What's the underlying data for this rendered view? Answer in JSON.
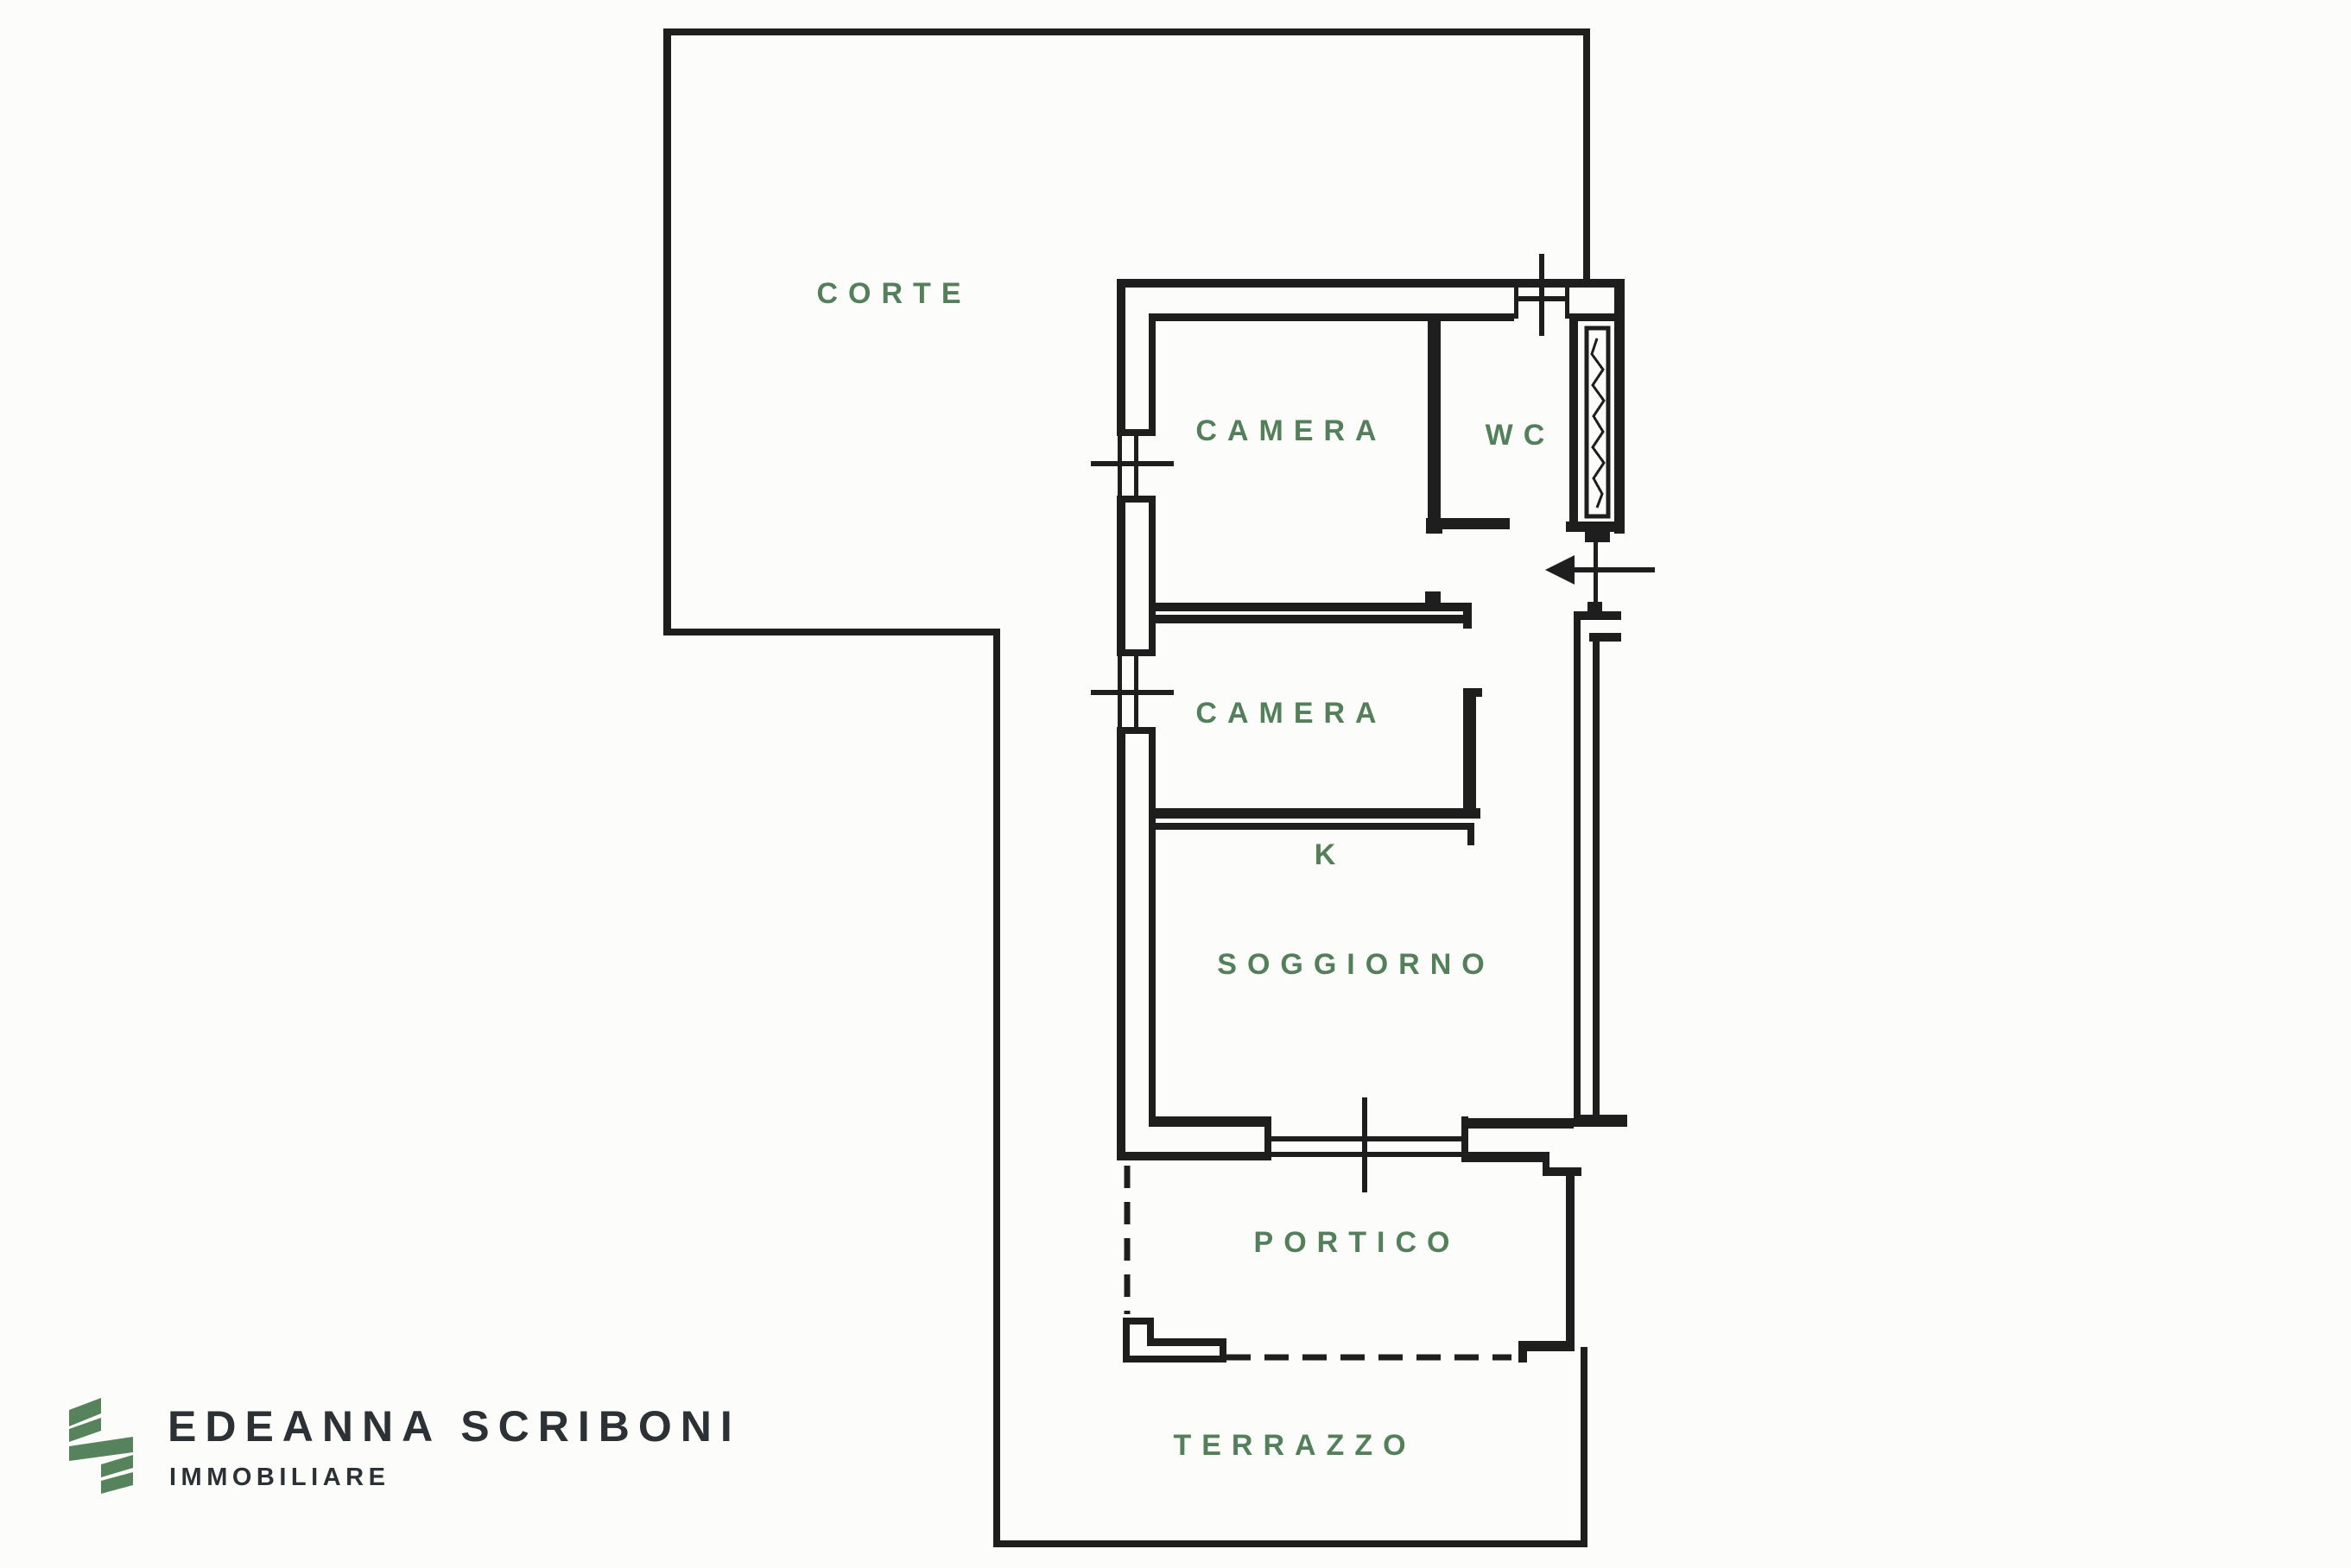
{
  "colors": {
    "background": "#fcfcfb",
    "wall": "#1e1e1e",
    "room_label": "#53805a",
    "logo_green": "#56825c",
    "logo_text": "#2c3136"
  },
  "labels": {
    "corte": "CORTE",
    "camera_top": "CAMERA",
    "wc": "WC",
    "camera_mid": "CAMERA",
    "kitchen": "K",
    "soggiorno": "SOGGIORNO",
    "portico": "PORTICO",
    "terrazzo": "TERRAZZO"
  },
  "logo": {
    "brand": "EDEANNA SCRIBONI",
    "tagline": "IMMOBILIARE"
  },
  "annotations": {
    "entrance_arrow_icon": "arrow-left",
    "window_tick_icon": "window-hatch",
    "radiator_icon": "radiator"
  }
}
